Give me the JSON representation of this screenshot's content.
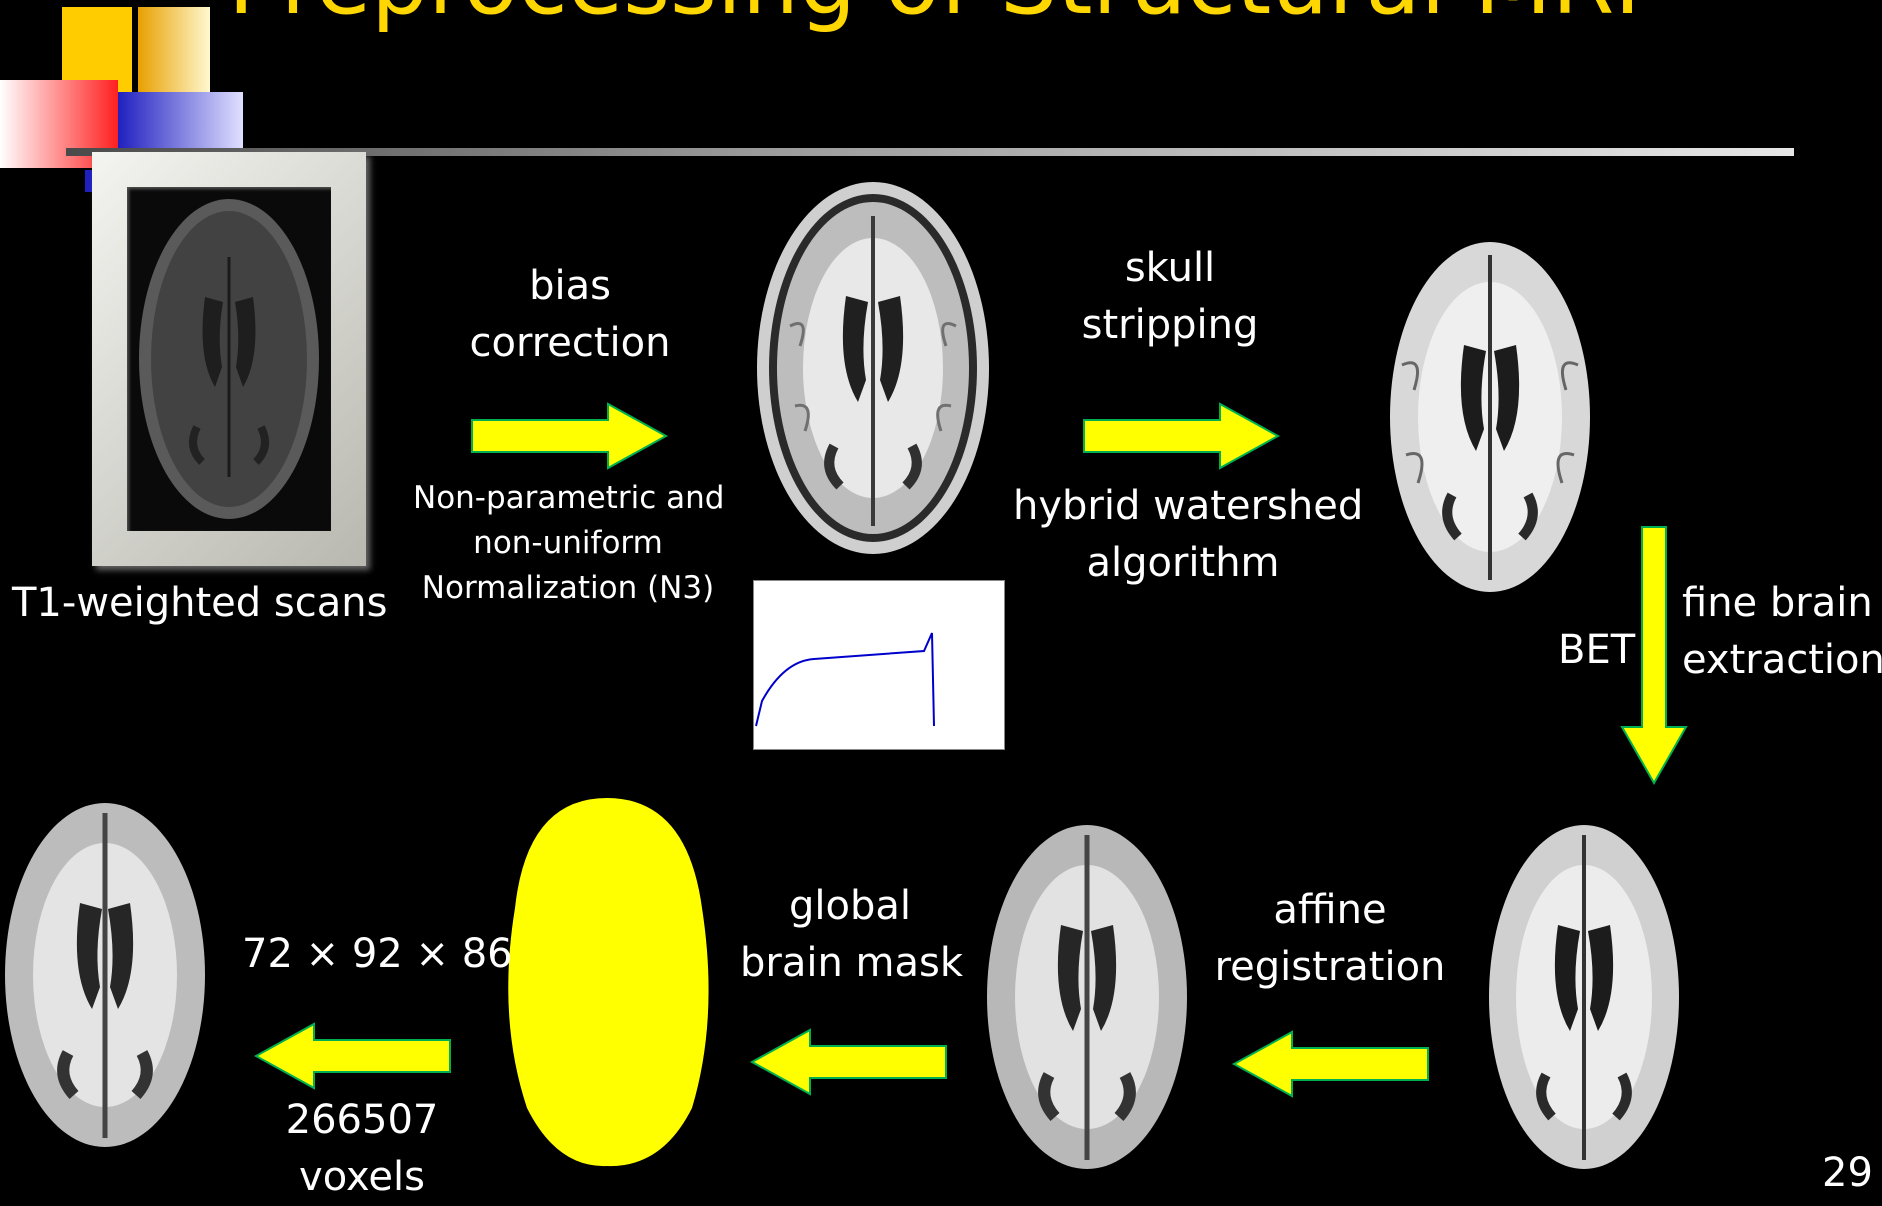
{
  "slide": {
    "title": "Preprocessing of Structural MRI",
    "page_number": "29"
  },
  "pipeline": {
    "t1_caption": "T1-weighted scans",
    "bias_correction": [
      "bias",
      "correction"
    ],
    "n3_note": [
      "Non-parametric and",
      "non-uniform",
      "Normalization (N3)"
    ],
    "skull_stripping": [
      "skull",
      "stripping"
    ],
    "watershed": [
      "hybrid watershed",
      "algorithm"
    ],
    "bet": "BET",
    "fine_extraction": [
      "fine brain",
      "extraction"
    ],
    "affine": [
      "affine",
      "registration"
    ],
    "global_mask": [
      "global",
      "brain mask"
    ],
    "dimensions": "72 × 92 × 86",
    "voxels": [
      "266507",
      "voxels"
    ]
  },
  "colors": {
    "title": "#ffd700",
    "arrow_fill": "#ffff00",
    "arrow_edge": "#00b050",
    "mask": "#ffff00"
  },
  "icons": [
    "logo-squares-icon",
    "arrow-right-icon",
    "arrow-down-icon",
    "arrow-left-icon"
  ]
}
